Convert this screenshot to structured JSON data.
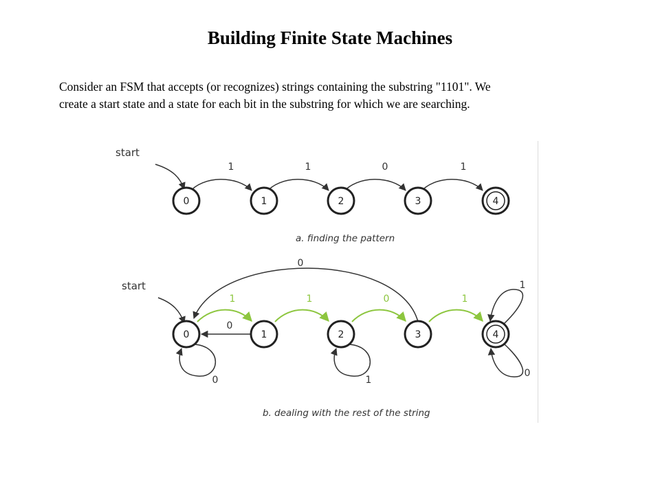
{
  "title": "Building Finite State Machines",
  "intro": {
    "line1": "Consider an FSM that accepts (or recognizes) strings containing the substring \"1101\".  We",
    "line2": "create a start state and a state for each bit in the substring for which we are searching."
  },
  "diagram_a": {
    "start_label": "start",
    "states": [
      "0",
      "1",
      "2",
      "3",
      "4"
    ],
    "transitions": [
      "1",
      "1",
      "0",
      "1"
    ],
    "caption": "a. finding the pattern"
  },
  "diagram_b": {
    "start_label": "start",
    "states": [
      "0",
      "1",
      "2",
      "3",
      "4"
    ],
    "forward_transitions": [
      "1",
      "1",
      "0",
      "1"
    ],
    "back_3_to_0": "0",
    "back_1_to_0": "0",
    "self_loop_0": "0",
    "self_loop_2": "1",
    "self_loop_4_top": "1",
    "self_loop_4_bottom": "0",
    "caption": "b. dealing with the rest of the string"
  },
  "colors": {
    "edge": "#333333",
    "highlight": "#8dc63f",
    "label": "#222222"
  }
}
